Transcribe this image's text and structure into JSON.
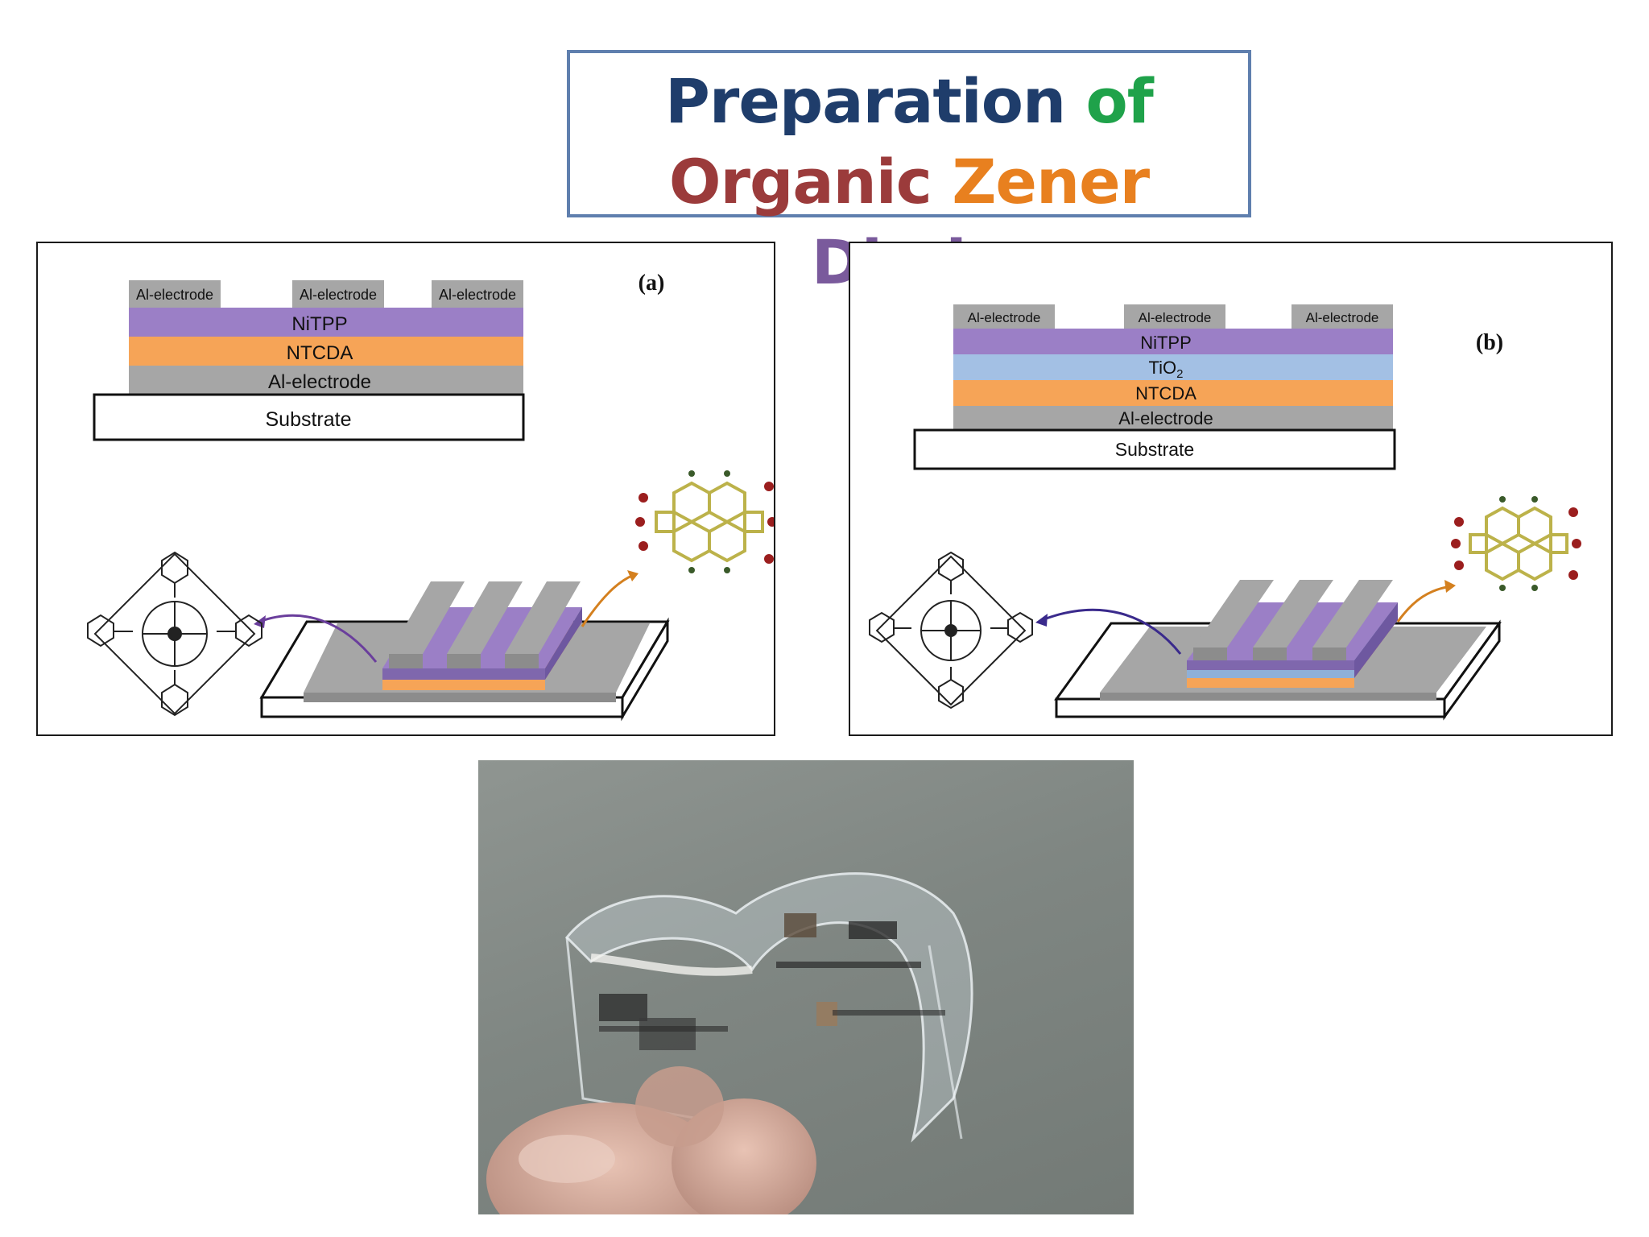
{
  "title": {
    "line1": [
      {
        "text": "Preparation",
        "color": "#1f3d6b"
      },
      {
        "text": "of",
        "color": "#1fa24a"
      }
    ],
    "line2": [
      {
        "text": "Organic",
        "color": "#9b3b3b"
      },
      {
        "text": "Zener",
        "color": "#e8801f"
      },
      {
        "text": "Diode",
        "color": "#7a5a9c"
      }
    ]
  },
  "panel_a": {
    "label": "(a)",
    "electrodes": [
      "Al-electrode",
      "Al-electrode",
      "Al-electrode"
    ],
    "layers": [
      "NiTPP",
      "NTCDA",
      "Al-electrode"
    ],
    "substrate": "Substrate"
  },
  "panel_b": {
    "label": "(b)",
    "electrodes": [
      "Al-electrode",
      "Al-electrode",
      "Al-electrode"
    ],
    "layers": [
      "NiTPP",
      "TiO",
      "NTCDA",
      "Al-electrode"
    ],
    "tio2_subscript": "2",
    "substrate": "Substrate"
  },
  "colors": {
    "nitpp": "#9b7fc6",
    "ntcda": "#f6a457",
    "tio2": "#a3c0e4",
    "electrode": "#a6a6a6",
    "panel_border": "#1a1a1a",
    "title_border": "#5f7fae"
  }
}
